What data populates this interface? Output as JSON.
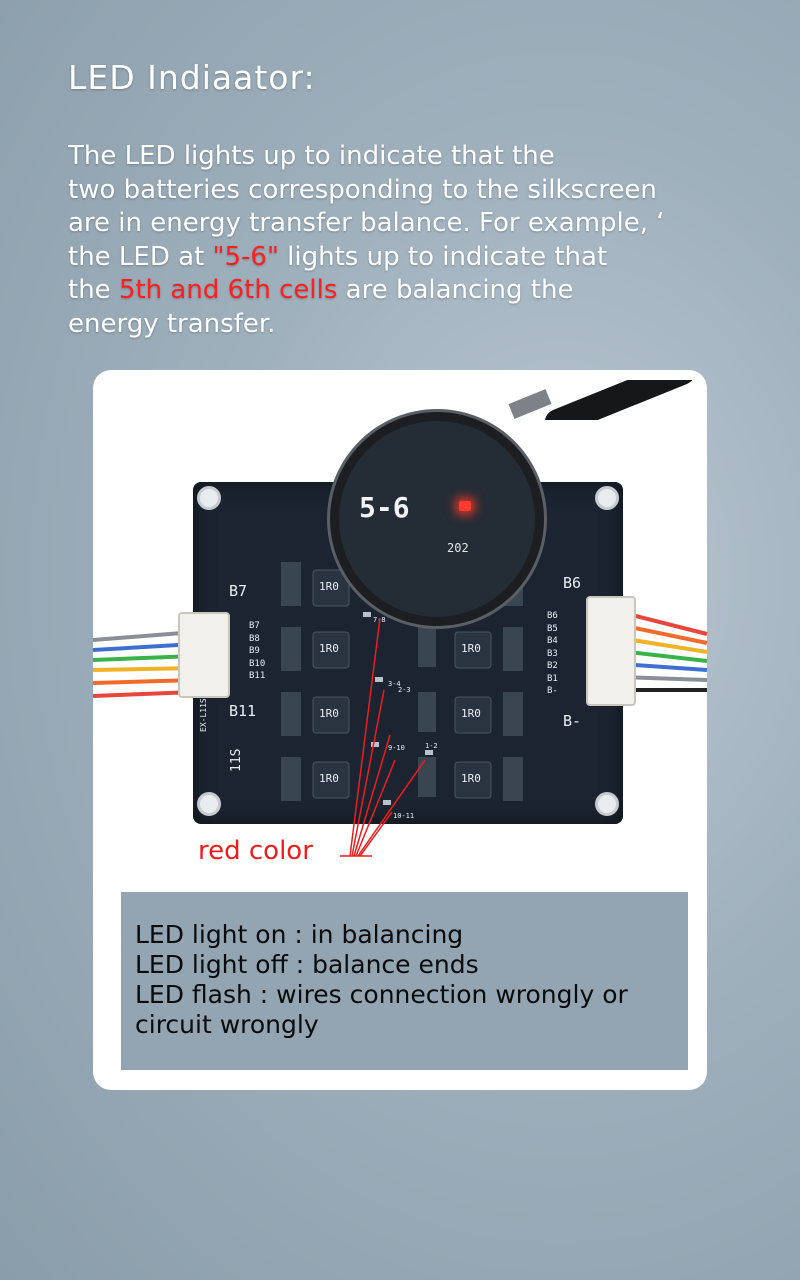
{
  "title": "LED Indiaator:",
  "intro": {
    "line1": "The LED lights up to indicate that the",
    "line2": " two batteries corresponding to the silkscreen",
    "line3": "are in energy transfer balance. For example, ‘",
    "line4_pre": "the LED at ",
    "line4_red": "\"5-6\"",
    "line4_post": " lights up to indicate that",
    "line5_pre": "the ",
    "line5_red": "5th and 6th cells",
    "line5_post": " are balancing the",
    "line6": "energy transfer."
  },
  "board": {
    "left_connector_label": "B7",
    "left_connector_bottom_label": "B11",
    "right_connector_label": "B6",
    "right_connector_bottom_label": "B-",
    "left_pins": [
      "B7",
      "B8",
      "B9",
      "B10",
      "B11"
    ],
    "right_pins": [
      "B6",
      "B5",
      "B4",
      "B3",
      "B2",
      "B1",
      "B-"
    ],
    "model_text": "EX-L11S1A_V1.0",
    "cell_count": "11S",
    "inductor_mark": "1R0",
    "led_labels": [
      "7-8",
      "3-4",
      "2-3",
      "9-10",
      "1-2",
      "10-11"
    ]
  },
  "magnifier": {
    "label": "5-6",
    "small_text": "202"
  },
  "callout": "red color",
  "legend": {
    "line1": "LED light on : in balancing",
    "line2": "LED light off : balance ends",
    "line3": "LED flash : wires connection wrongly or",
    "line4": "circuit wrongly"
  },
  "colors": {
    "highlight": "#ff1f1f",
    "board": "#1b2430",
    "info_box": "#93a5b2"
  }
}
